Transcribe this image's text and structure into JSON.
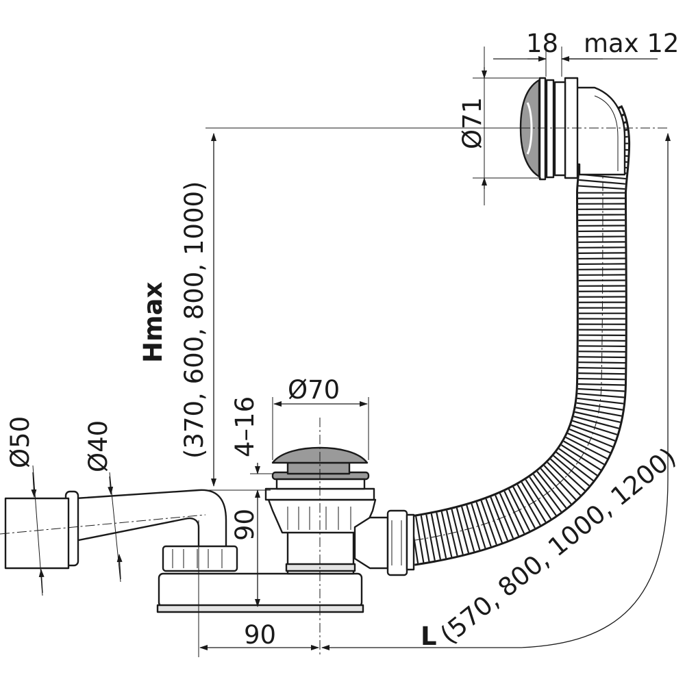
{
  "dimensions": {
    "overflow_spacing": "18",
    "overflow_max": "max 12",
    "overflow_diameter": "Ø71",
    "height_label": "Hmax",
    "height_values": "(370, 600, 800, 1000)",
    "drain_diameter": "Ø70",
    "drain_range": "4–16",
    "outlet_outer_diameter": "Ø50",
    "outlet_inner_diameter": "Ø40",
    "drain_height": "90",
    "drain_offset": "90",
    "length_label": "L",
    "length_values": "(570, 800, 1000, 1200)"
  }
}
